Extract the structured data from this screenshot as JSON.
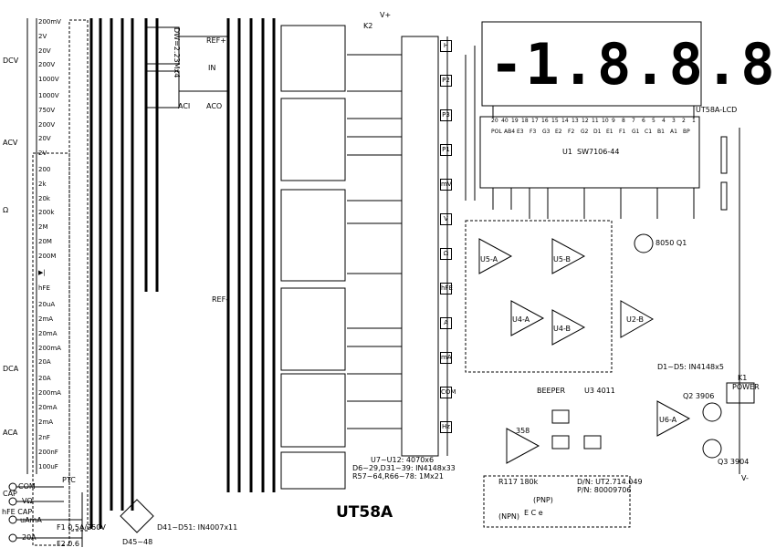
{
  "lcd": {
    "reading": "-1.8.8.8",
    "label": "UT58A-LCD"
  },
  "chip": {
    "ref": "U1",
    "part": "SW7106-44"
  },
  "title": "UT58A",
  "ranges": [
    {
      "group": "DCV",
      "items": [
        "200mV",
        "2V",
        "20V",
        "200V",
        "1000V"
      ]
    },
    {
      "group": "ACV",
      "items": [
        "1000V",
        "750V",
        "200V",
        "20V",
        "2V"
      ]
    },
    {
      "group": "Ω",
      "items": [
        "200",
        "2k",
        "20k",
        "200k",
        "2M",
        "20M",
        "200M"
      ]
    },
    {
      "group": "",
      "items": [
        "▶|"
      ]
    },
    {
      "group": "",
      "items": [
        "hFE"
      ]
    },
    {
      "group": "DCA",
      "items": [
        "20uA",
        "2mA",
        "20mA",
        "200mA",
        "20A"
      ]
    },
    {
      "group": "ACA",
      "items": [
        "20A",
        "200mA",
        "20mA",
        "2mA"
      ]
    },
    {
      "group": "CAP",
      "items": [
        "2nF",
        "200nF",
        "100uF"
      ]
    }
  ],
  "terminals": [
    "COM",
    "VΩ",
    "hFE CAP",
    "uAmA",
    "20A"
  ],
  "fuses": {
    "f1": "F1  0.5A/250V",
    "f2": "F2  0.6"
  },
  "notes": {
    "u7": "U7~U12: 4070x6",
    "diodes1": "D6~29,D31~39: IN4148x33",
    "res": "R57~64,R66~78: 1Mx21",
    "diodes2": "D1~D5: IN4148x5",
    "diodes3": "D41~D51: IN4007x11",
    "diodes4": "D45~48",
    "ref": "D/N: UT2.714.049",
    "pn": "P/N: 80009706",
    "dw": "DW=2.23Mx4"
  },
  "parts": {
    "u3": "U3 4011",
    "u2": "U2-B",
    "q1": "8050 Q1",
    "q2": "Q2 3906",
    "q3": "Q3 3904",
    "beeper": "BEEPER",
    "power": "POWER",
    "k1": "K1",
    "k2": "K2",
    "ptc": "PTC",
    "vplus": "V+",
    "vminus": "V-",
    "aci": "ACI",
    "aco": "ACO",
    "ref_plus": "REF+",
    "ref_minus": "REF-",
    "in": "IN",
    "u5a": "U5-A",
    "u5b": "U5-B",
    "u4a": "U4-A",
    "u4b": "U4-B",
    "u6a": "U6-A",
    "ic358": "358",
    "r117": "R117 180k",
    "npn": "(NPN)",
    "pnp": "(PNP)",
    "eco": "E  C  e"
  },
  "switch_legends": [
    "H",
    "P2",
    "P3",
    "P1",
    "mV",
    "V",
    "Ω",
    "hFE",
    "A",
    "mA",
    "COM",
    "Hz"
  ],
  "lcd_pins": [
    "20",
    "40",
    "19",
    "18",
    "17",
    "16",
    "15",
    "14",
    "13",
    "12",
    "11",
    "10",
    "9",
    "8",
    "7",
    "6",
    "5",
    "4",
    "3",
    "2",
    "1"
  ],
  "lcd_segs": [
    "POL",
    "AB4",
    "E3",
    "F3",
    "G3",
    "E2",
    "F2",
    "G2",
    "D1",
    "E1",
    "F1",
    "G1",
    "C1",
    "B1",
    "A1",
    "BP"
  ],
  "colors": {
    "ink": "#000000",
    "paper": "#ffffff"
  }
}
